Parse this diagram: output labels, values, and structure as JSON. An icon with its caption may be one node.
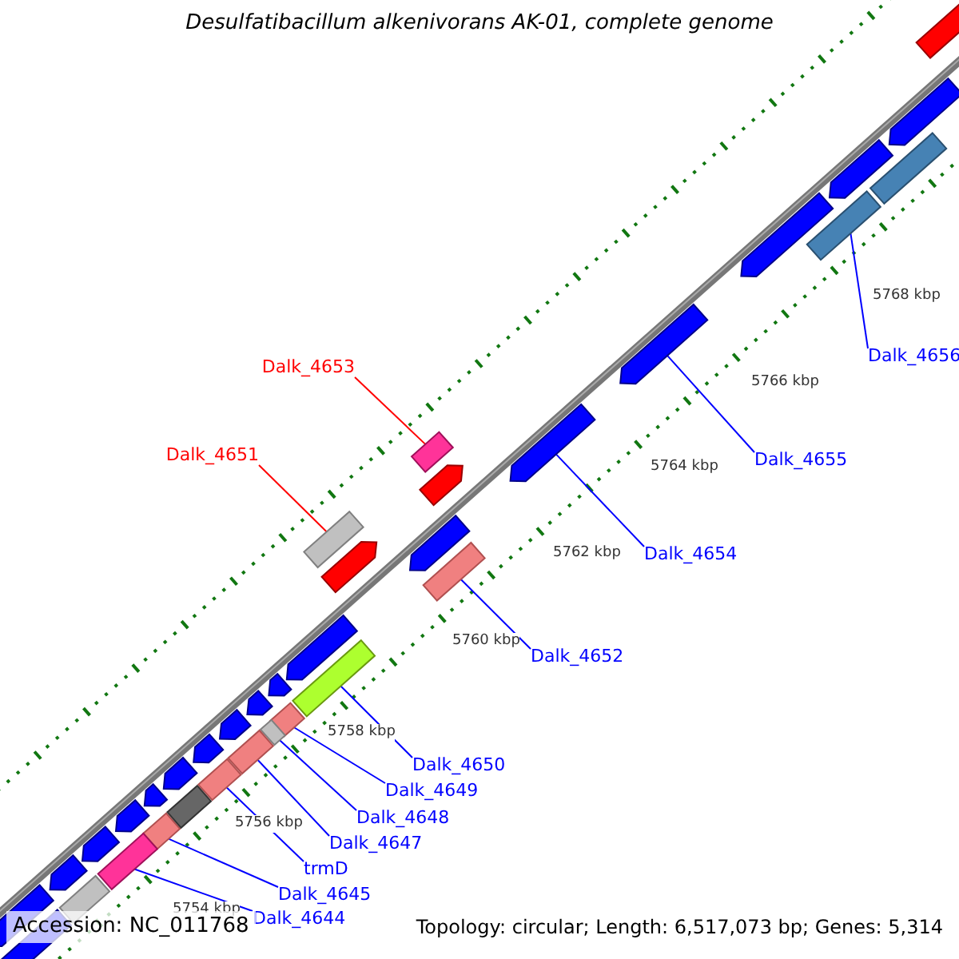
{
  "diagram": {
    "title": "Desulfatibacillum alkenivorans AK-01, complete genome",
    "nodes": [
      {
        "text": [
          "Dalk_4653"
        ]
      },
      {
        "text": [],
        "shape": "box"
      },
      {
        "text": [
          "Dalk_4651"
        ]
      },
      {
        "text": [],
        "shape": "box"
      },
      {
        "text": [
          "Dalk_4656"
        ]
      },
      {
        "text": [],
        "shape": "box"
      },
      {
        "text": [
          "Dalk_4655"
        ]
      },
      {
        "text": [],
        "shape": "box"
      },
      {
        "text": [
          "Dalk_4654"
        ]
      },
      {
        "text": [],
        "shape": "box"
      },
      {
        "text": [
          "Dalk_4652"
        ]
      },
      {
        "text": [],
        "shape": "box"
      },
      {
        "text": [
          "Dalk_4650"
        ]
      },
      {
        "text": [],
        "shape": "box"
      },
      {
        "text": [
          "Dalk_4649"
        ]
      },
      {
        "text": [],
        "shape": "box"
      },
      {
        "text": [
          "Dalk_4648"
        ]
      },
      {
        "text": [],
        "shape": "box"
      },
      {
        "text": [
          "Dalk_4647"
        ]
      },
      {
        "text": [],
        "shape": "box"
      },
      {
        "text": [
          "trmD"
        ]
      },
      {
        "text": [],
        "shape": "box"
      },
      {
        "text": [
          "Dalk_4645"
        ]
      },
      {
        "text": [],
        "shape": "box"
      },
      {
        "text": [
          "Dalk_4644"
        ]
      },
      {
        "text": [],
        "shape": "box"
      },
      {
        "text": [],
        "shape": "box"
      },
      {
        "text": [],
        "shape": "box"
      },
      {
        "text": [],
        "shape": "box"
      },
      {
        "text": [],
        "shape": "box"
      },
      {
        "text": [],
        "shape": "box"
      },
      {
        "text": [],
        "shape": "box"
      },
      {
        "text": [],
        "shape": "box"
      },
      {
        "text": [],
        "shape": "box"
      },
      {
        "text": [],
        "shape": "box"
      },
      {
        "text": [],
        "shape": "box"
      },
      {
        "text": [],
        "shape": "box"
      },
      {
        "text": [],
        "shape": "box"
      },
      {
        "text": [],
        "shape": "box"
      },
      {
        "text": [],
        "shape": "box"
      },
      {
        "text": [],
        "shape": "box"
      },
      {
        "text": [],
        "shape": "box"
      },
      {
        "text": [],
        "shape": "box"
      },
      {
        "text": [],
        "shape": "box"
      },
      {
        "text": [],
        "shape": "box"
      },
      {
        "text": [],
        "shape": "box"
      },
      {
        "text": [],
        "shape": "box"
      },
      {
        "text": [],
        "shape": "box"
      }
    ],
    "edges": [
      {
        "from": 0,
        "to": 1,
        "arrow": "none",
        "color": "#ff0000"
      },
      {
        "from": 2,
        "to": 3,
        "arrow": "none",
        "color": "#ff0000"
      },
      {
        "from": 4,
        "to": 5,
        "arrow": "none"
      },
      {
        "from": 6,
        "to": 7,
        "arrow": "none"
      },
      {
        "from": 8,
        "to": 9,
        "arrow": "none"
      },
      {
        "from": 10,
        "to": 11,
        "arrow": "none"
      },
      {
        "from": 12,
        "to": 13,
        "arrow": "none"
      },
      {
        "from": 14,
        "to": 15,
        "arrow": "none"
      },
      {
        "from": 16,
        "to": 17,
        "arrow": "none"
      },
      {
        "from": 18,
        "to": 19,
        "arrow": "none"
      },
      {
        "from": 20,
        "to": 21,
        "arrow": "none"
      },
      {
        "from": 22,
        "to": 23,
        "arrow": "none"
      },
      {
        "from": 24,
        "to": 25,
        "arrow": "none"
      }
    ],
    "labels": [
      "5768 kbp",
      "5766 kbp",
      "5764 kbp",
      "5762 kbp",
      "5760 kbp",
      "5758 kbp",
      "5756 kbp",
      "5754 kbp",
      "Accession: NC_011768",
      "Topology: circular; Length: 6,517,073 bp; Genes: 5,314"
    ]
  }
}
